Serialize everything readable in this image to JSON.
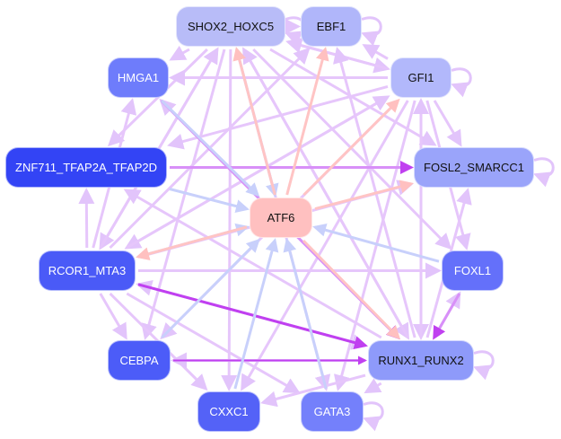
{
  "graph": {
    "nodes": [
      {
        "id": "SHOX2_HOXC5",
        "label": "SHOX2_HOXC5",
        "color": "#b8bcf8",
        "text": "#111111"
      },
      {
        "id": "EBF1",
        "label": "EBF1",
        "color": "#b0b6fa",
        "text": "#111111"
      },
      {
        "id": "HMGA1",
        "label": "HMGA1",
        "color": "#6e7cfb",
        "text": "#ffffff"
      },
      {
        "id": "GFI1",
        "label": "GFI1",
        "color": "#b2b8fb",
        "text": "#111111"
      },
      {
        "id": "ZNF711_TFAP2A_TFAP2D",
        "label": "ZNF711_TFAP2A_TFAP2D",
        "color": "#3344f5",
        "text": "#ffffff"
      },
      {
        "id": "FOSL2_SMARCC1",
        "label": "FOSL2_SMARCC1",
        "color": "#9aa4fa",
        "text": "#111111"
      },
      {
        "id": "ATF6",
        "label": "ATF6",
        "color": "#ffc0c0",
        "text": "#111111"
      },
      {
        "id": "RCOR1_MTA3",
        "label": "RCOR1_MTA3",
        "color": "#4a5af7",
        "text": "#ffffff"
      },
      {
        "id": "FOXL1",
        "label": "FOXL1",
        "color": "#6470fa",
        "text": "#ffffff"
      },
      {
        "id": "CEBPA",
        "label": "CEBPA",
        "color": "#4c5cf8",
        "text": "#ffffff"
      },
      {
        "id": "RUNX1_RUNX2",
        "label": "RUNX1_RUNX2",
        "color": "#8e9afa",
        "text": "#111111"
      },
      {
        "id": "CXXC1",
        "label": "CXXC1",
        "color": "#5462f7",
        "text": "#ffffff"
      },
      {
        "id": "GATA3",
        "label": "GATA3",
        "color": "#7480fb",
        "text": "#ffffff"
      }
    ],
    "edge_colors": {
      "default": "#e6c6fb",
      "strong": "#c040f0",
      "medium": "#d890f8",
      "to_atf6": "#c8d0fb",
      "from_atf6": "#ffc4c4"
    }
  }
}
